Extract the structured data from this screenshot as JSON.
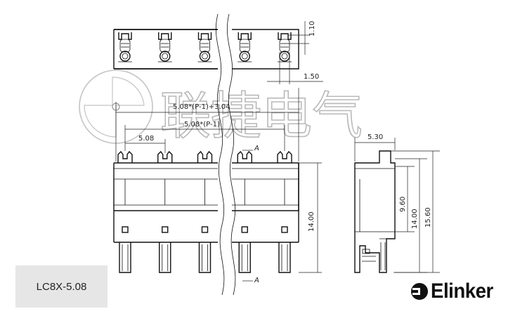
{
  "watermark": {
    "text": "联捷电气"
  },
  "part_label": "LC8X-5.08",
  "brand": {
    "name": "Elinker"
  },
  "dimensions": {
    "top_view_height": "1.10",
    "top_view_offset": "1.50",
    "pitch": "5.08",
    "formula_overall": "5.08*(P-1)+3.04",
    "formula_pitch_span": "5.08*(P-1)",
    "front_height": "14.00",
    "side_width": "5.30",
    "side_height_a": "9.60",
    "side_height_b": "14.00",
    "side_height_c": "15.60",
    "section_mark": "A"
  },
  "pole_count_shown": 5
}
